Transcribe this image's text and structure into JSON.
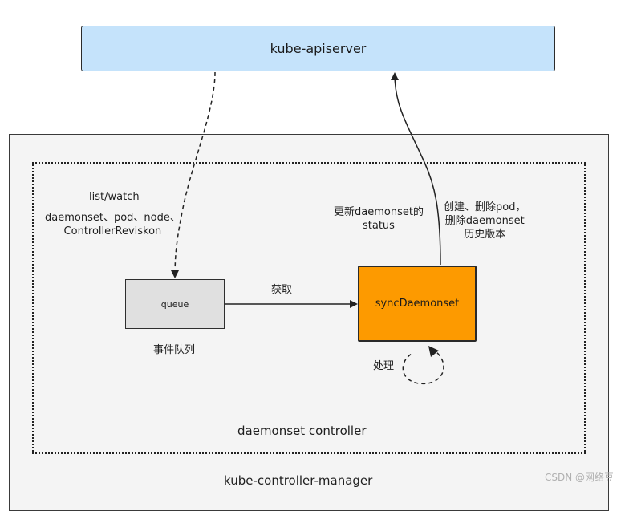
{
  "apiserver": {
    "label": "kube-apiserver"
  },
  "manager": {
    "label": "kube-controller-manager"
  },
  "controller": {
    "label": "daemonset controller"
  },
  "queue": {
    "label": "queue",
    "caption": "事件队列"
  },
  "sync": {
    "label": "syncDaemonset"
  },
  "edges": {
    "list_watch": "list/watch",
    "resources_line1": "daemonset、pod、node、",
    "resources_line2": "ControllerReviskon",
    "update_status_line1": "更新daemonset的",
    "update_status_line2": "status",
    "create_line1": "创建、删除pod，",
    "create_line2": "删除daemonset",
    "create_line3": "历史版本",
    "fetch": "获取",
    "process": "处理"
  },
  "watermark": "CSDN @网络豆",
  "colors": {
    "apiserver_fill": "#c5e3fb",
    "sync_fill": "#fd9a00",
    "queue_fill": "#e0e0e0",
    "manager_fill": "#f4f4f4"
  }
}
